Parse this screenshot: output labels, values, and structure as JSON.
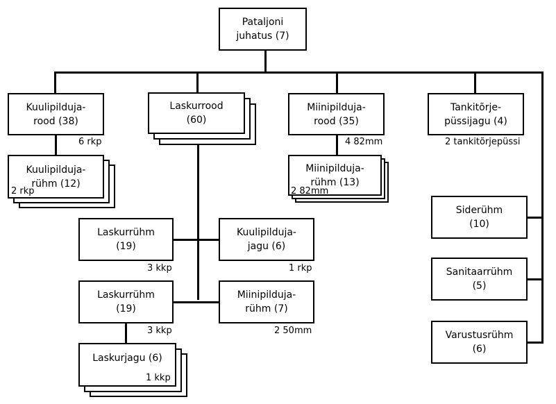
{
  "nodes": {
    "hq": {
      "line1": "Pataljoni",
      "line2": "juhatus (7)"
    },
    "mg_company": {
      "line1": "Kuulipilduja-",
      "line2": "rood (38)",
      "note": "6 rkp"
    },
    "mg_platoon": {
      "line1": "Kuulipilduja-",
      "line2": "rühm (12)",
      "note": "2 rkp"
    },
    "rifle_company": {
      "line1": "Laskurrood",
      "line2": "(60)"
    },
    "rifle_platoon_1": {
      "line1": "Laskurrühm",
      "line2": "(19)",
      "note": "3 kkp"
    },
    "mg_section": {
      "line1": "Kuulipilduja-",
      "line2": "jagu (6)",
      "note": "1 rkp"
    },
    "rifle_platoon_2": {
      "line1": "Laskurrühm",
      "line2": "(19)",
      "note": "3 kkp"
    },
    "mortar_platoon_small": {
      "line1": "Miinipilduja-",
      "line2": "rühm (7)",
      "note": "2 50mm"
    },
    "rifle_section": {
      "line1": "Laskurjagu (6)",
      "note": "1 kkp"
    },
    "mortar_company": {
      "line1": "Miinipilduja-",
      "line2": "rood (35)",
      "note": "4 82mm"
    },
    "mortar_platoon": {
      "line1": "Miinipilduja-",
      "line2": "rühm (13)",
      "note": "2 82mm"
    },
    "at_section": {
      "line1": "Tankitõrje-",
      "line2": "püssijagu (4)",
      "note": "2 tankitõrjepüssi"
    },
    "signal_platoon": {
      "line1": "Siderühm",
      "line2": "(10)"
    },
    "medical_platoon": {
      "line1": "Sanitaarrühm",
      "line2": "(5)"
    },
    "supply_platoon": {
      "line1": "Varustusrühm",
      "line2": "(6)"
    }
  }
}
